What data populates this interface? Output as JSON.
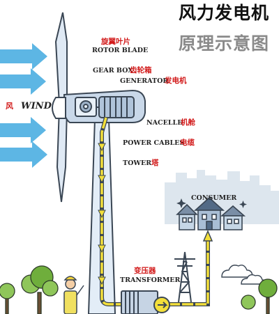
{
  "title": "风力发电机",
  "subtitle": "原理示意图",
  "wind": {
    "en": "WIND",
    "zh": "风"
  },
  "labels": [
    {
      "id": "rotor-blade",
      "en": "ROTOR BLADE",
      "zh": "旋翼叶片"
    },
    {
      "id": "gear-box",
      "en": "GEAR BOX",
      "zh": "齿轮箱"
    },
    {
      "id": "generator",
      "en": "GENERATOR",
      "zh": "发电机"
    },
    {
      "id": "nacelle",
      "en": "NACELLE",
      "zh": "机舱"
    },
    {
      "id": "power-cables",
      "en": "POWER CABLES",
      "zh": "电缆"
    },
    {
      "id": "tower",
      "en": "TOWER",
      "zh": "塔"
    },
    {
      "id": "transformer",
      "en": "TRANSFORMER",
      "zh": "变压器"
    },
    {
      "id": "consumer",
      "en": "CONSUMER"
    }
  ],
  "colors": {
    "wind_arrow": "#5db6e4",
    "power_flow": "#f3df3a",
    "label_zh": "#d21a1a",
    "tower": "#e3edf7",
    "outline": "#3a4654"
  }
}
